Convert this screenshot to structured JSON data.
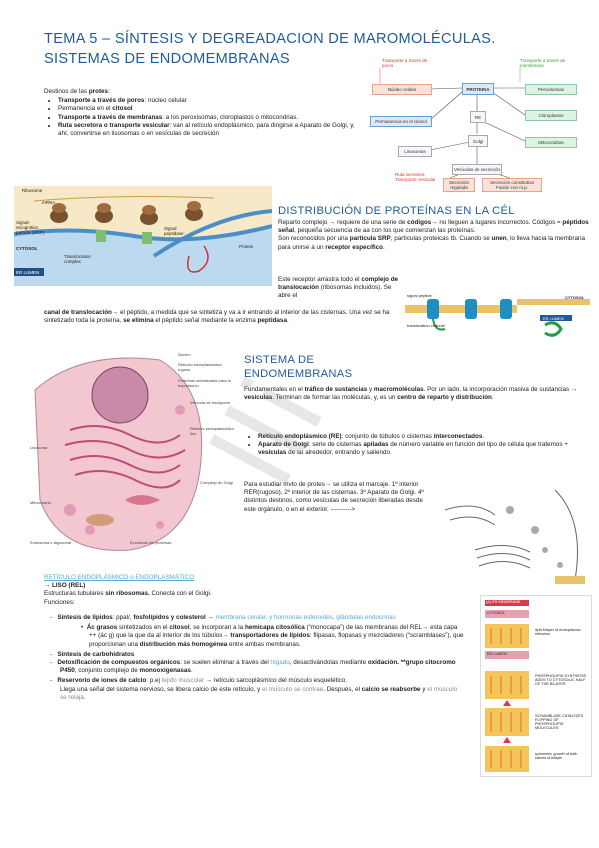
{
  "header": {
    "title_line1": "TEMA 5 – SÍNTESIS Y DEGREADACION DE MAROMOLÉCULAS.",
    "title_line2": "SISTEMAS DE ENDOMEMBRANAS"
  },
  "destinos": {
    "intro_prefix": "Destinos de las ",
    "intro_bold": "protes",
    "intro_suffix": ":",
    "items": [
      {
        "bold": "Transporte a través de poros",
        "text": ": núcleo celular"
      },
      {
        "bold": "",
        "text": "Permanencia en el ",
        "bold2": "citosol"
      },
      {
        "bold": "Transporte a través de membranas",
        "text": ": a los peroxisomas, cloroplastos o mitocondrias."
      },
      {
        "bold": "Ruta secretora o transporte vesicular",
        "text": ": van al retículo endoplásmico, para dirigirse a Aparato de Golgi, y, ahí, convertirse en lisosomas o en vesículas de secreción"
      }
    ]
  },
  "diagram_top": {
    "label_poros": "Transporte a través de poros",
    "label_membranas": "Transporte a través de membranas",
    "nucleo": "Núcleo celular",
    "proteina": "PROTEINA",
    "peroxisomas": "Peroxisomas",
    "cloroplastos": "Cloroplastos",
    "citosol": "Permanencia en el citosol",
    "re": "RE",
    "mitocondrias": "Mitocondrias",
    "golgi": "Golgi",
    "lisosomas": "Lisosomas",
    "vesiculas": "Vesículas de secreción",
    "ruta": "Ruta secretora Transporte vesicular",
    "secrecion_regulada": "Secreción regulada",
    "secrecion_constitutiva": "Secreción constitutiva Fusión con m.p."
  },
  "section1": {
    "title": "DISTRIBUCIÓN DE PROTEÍNAS EN LA CÉL",
    "p1a": "Reparto complejo ",
    "p1b": " requiere de una serie de ",
    "p1c": "códigos",
    "p1d": " no lleguen a lugares incorrectos. Códigos = ",
    "p1e": "péptidos señal",
    "p1f": ", pequeña secuencia de aa con los que comienzan las proteínas.",
    "p2a": "Son reconocidos por una ",
    "p2b": "partícula SRP",
    "p2c": ", partículas proteicas tb. Cuando se ",
    "p2d": "unen",
    "p2e": ", lo lleva hacia la membrana para unirse a un ",
    "p2f": "receptor específico",
    "p2g": ".",
    "p3a": "Este receptor arrastra todo el ",
    "p3b": "complejo de translocación",
    "p3c": " (ribosomas incluidos). Se abre el",
    "p4a": "canal de translocación",
    "p4b": " el péptido, a medida que se sintetiza y va a ir entrando al interior de las cisternas. Una vez se ha sintetizado toda la proteína, ",
    "p4c": "se elimina",
    "p4d": " el péptido señal mediante la enzima ",
    "p4e": "peptidasa",
    "p4f": "."
  },
  "figure1_labels": {
    "ribosome": "Ribosome",
    "mrna": "mRNA",
    "signal_seq": "Signal sequence",
    "srp": "Signal-recognition particle (SRP)",
    "cytosol": "CYTOSOL",
    "er_lumen": "ER LUMEN",
    "translocation": "Translocation complex",
    "signal_peptidase": "Signal peptidase",
    "protein": "Protein",
    "srp_receptor": "SRP receptor"
  },
  "figure2_labels": {
    "cytosol": "CYTOSOL",
    "er_lumen": "ER LUMEN",
    "signal_peptide": "signal peptide",
    "translocation": "translocation channel"
  },
  "section2": {
    "title_line1": "SISTEMA DE",
    "title_line2": "ENDOMEMBRANAS",
    "p1a": "Fundamentales en el ",
    "p1b": "tráfico de sustancias",
    "p1c": " y ",
    "p1d": "macromoléculas",
    "p1e": ". Por un lado, la incorporación masiva de sustancias ",
    "p1f": "vesículas",
    "p1g": ". Terminan de formar las moléculas, y, es un ",
    "p1h": "centro de reparto y distribución",
    "p1i": ".",
    "b1a": "Retículo endoplásmico (RE)",
    "b1b": ": conjunto de túbulos o cisternas ",
    "b1c": "interconectados",
    "b1d": ".",
    "b2a": "Aparato de Golgi",
    "b2b": ": serie de cisternas ",
    "b2c": "apiladas",
    "b2d": " de número variable en función del tipo de célula que tratemos + ",
    "b2e": "vesículas",
    "b2f": " de su alrededor, entrando y saliendo.",
    "p2": "Para estudiar mvto de protes",
    "p2b": " se utiliza el marcaje. 1º interior RER(rugoso), 2º interior de las cisternas. 3º Aparato de Golgi. 4º distintos destinos, como vesículas de secreción liberadas desde este orgánulo, o en el exterior. ---------->"
  },
  "figure3_labels": {
    "nucleo": "Núcleo",
    "rer": "Retículo endoplasmático rugoso",
    "proteinas": "Proteínas sintetizadas para la exportación",
    "vesicula": "Vesícula de transporte",
    "lisosoma": "Lisosoma",
    "rel": "Retículo endoplasmático liso",
    "golgi": "Complejo de Golgi",
    "mitocondria": "Mitocondria",
    "endosoma": "Endosoma o fagosoma",
    "exocitosis": "Exocitosis de proteínas"
  },
  "section3": {
    "heading": "RETÍCULO ENDOPLÁSMICO o ENDOPLASMÁTICO",
    "liso": "LISO (REL)",
    "est_a": "Estructuras tubulares ",
    "est_b": "sin ribosomas.",
    "est_c": " Conecta con el Golgi.",
    "funciones": "Funciones:",
    "f1a": "Síntesis de lípidos",
    "f1b": ": ppal/, ",
    "f1c": "fosfolípidos y colesterol",
    "f1d": " membrana celular, y hormonas esteroides, glándulas endocrinas",
    "f1sub_a": "Ác grasos",
    "f1sub_b": " sintetizados en el ",
    "f1sub_c": "citosol",
    "f1sub_d": ", se incorporan a la ",
    "f1sub_e": "hemicapa citosólica",
    "f1sub_f": " (“monocapa”) de las membranas del REL",
    "f1sub_g": " esta capa ++ (ác g) que la que da al interior de los túbulos",
    "f1sub_h": " transportadores de lípidos",
    "f1sub_i": ": flipasas, flopasas y mezcladores (“scramblases”), que proporcionan una ",
    "f1sub_j": "distribución más homogénea",
    "f1sub_k": " entre ambas membranas.",
    "f2": "Síntesis de carbohidratos",
    "f3a": "Detoxificación de compuestos orgánicos",
    "f3b": ": se suelen eliminar a través del ",
    "f3c": "hígado",
    "f3d": ", desactivándolas mediante ",
    "f3e": "oxidación. **grupo citocromo P450",
    "f3f": ", conjunto complejo de ",
    "f3g": "monooxigenasas",
    "f3h": ".",
    "f4a": "Reservorio de iones de calcio",
    "f4b": ": p.ej ",
    "f4c": "tejido muscular",
    "f4d": " retículo sarcoplásmico del músculo esquelético.",
    "f4e": "Llega una señal del sistema nervioso, se libera calcio de este retículo, y ",
    "f4f": "el músculo se contrae",
    "f4g": ". Después, el ",
    "f4h": "calcio se reabsorbe",
    "f4i": " y ",
    "f4j": "el músculo se relaja",
    "f4k": "."
  },
  "figure5_labels": {
    "panel": "(A)",
    "er_membrane": "ER MEMBRANE",
    "cytosol": "CYTOSOL",
    "er_lumen": "ER LUMEN",
    "bilayer": "lipid bilayer of endoplasmic reticulum",
    "synthesis": "PHOSPHOLIPID SYNTHESIS ADDS TO CYTOSOLIC HALF OF THE BILAYER",
    "scramblase": "SCRAMBLASE CATALYZES FLIPPING OF PHOSPHOLIPID MOLECULES",
    "growth": "symmetric growth of both halves of bilayer"
  },
  "arrow": "→",
  "colors": {
    "title": "#1e5b9a",
    "link": "#2c6db5",
    "light_blue": "#58a7d8",
    "er_pink": "#d04a8c"
  }
}
